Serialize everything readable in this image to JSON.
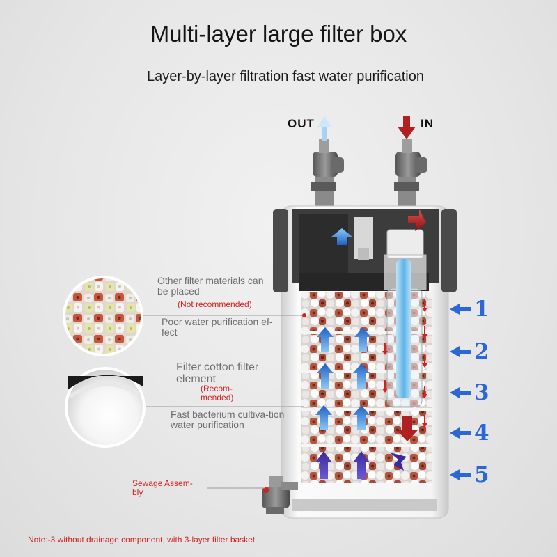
{
  "title": "Multi-layer large filter box",
  "subtitle": "Layer-by-layer filtration fast water purification",
  "io": {
    "out": "OUT",
    "in": "IN"
  },
  "callouts": {
    "other_materials": "Other filter materials can be placed",
    "not_recommended": "(Not recommended)",
    "poor_purification": "Poor water purification ef-fect",
    "cotton_element": "Filter cotton filter element",
    "recommended": "(Recom-mended)",
    "fast_bacterium": "Fast bacterium cultiva-tion water purification",
    "sewage_assembly": "Sewage Assem-bly"
  },
  "layers": [
    "1",
    "2",
    "3",
    "4",
    "5"
  ],
  "note": "Note:-3 without drainage component, with 3-layer filter basket",
  "colors": {
    "accent_blue": "#2c67d8",
    "warning_red": "#d42020",
    "flow_in": "#b02020",
    "flow_up": "#3a86e0"
  },
  "icons": {
    "layer_arrow": "arrow-left-icon",
    "in_arrow": "arrow-down-icon",
    "out_arrow": "arrow-up-icon"
  }
}
